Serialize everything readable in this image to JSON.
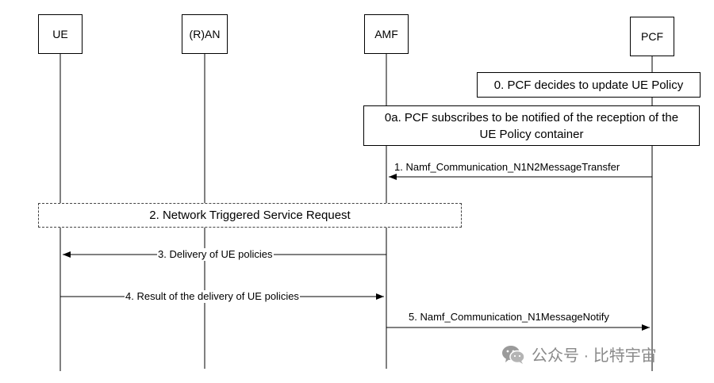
{
  "participants": [
    {
      "id": "ue",
      "label": "UE"
    },
    {
      "id": "ran",
      "label": "(R)AN"
    },
    {
      "id": "amf",
      "label": "AMF"
    },
    {
      "id": "pcf",
      "label": "PCF"
    }
  ],
  "notes": {
    "step0": "0. PCF decides to update UE Policy",
    "step0a_line1": "0a. PCF subscribes to be notified of the reception of the",
    "step0a_line2": "UE Policy container",
    "step2": "2. Network Triggered Service Request"
  },
  "messages": {
    "step1": "1. Namf_Communication_N1N2MessageTransfer",
    "step3": "3. Delivery of UE policies",
    "step4": "4. Result of the delivery of UE policies",
    "step5": "5. Namf_Communication_N1MessageNotify"
  },
  "watermark": {
    "text": "公众号 · 比特宇宙",
    "icon": "wechat-icon",
    "color": "#8a8a8a"
  }
}
